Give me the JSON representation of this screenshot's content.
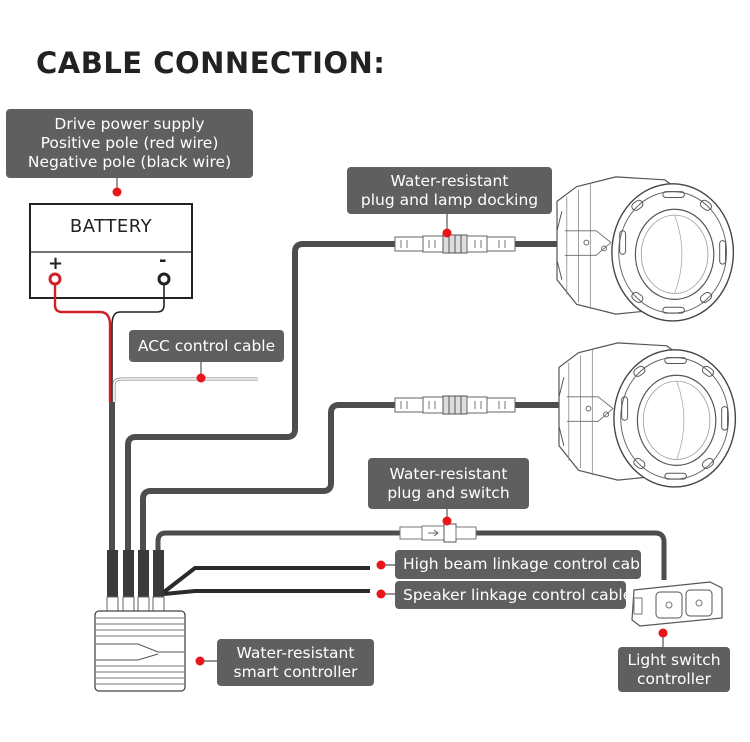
{
  "title": "CABLE CONNECTION:",
  "colors": {
    "callout_bg": "#5f5f5f",
    "marker_red": "#e8151b",
    "wire_gray": "#4d4d4d",
    "wire_red": "#d0202a",
    "wire_black": "#222222"
  },
  "battery": {
    "label": "BATTERY",
    "positive_symbol": "+",
    "negative_symbol": "-"
  },
  "callouts": {
    "power_supply": {
      "lines": [
        "Drive power supply",
        "Positive pole (red wire)",
        "Negative pole (black wire)"
      ]
    },
    "acc": {
      "lines": [
        "ACC control cable"
      ]
    },
    "lamp_plug": {
      "lines": [
        "Water-resistant",
        "plug and lamp docking"
      ]
    },
    "switch_plug": {
      "lines": [
        "Water-resistant",
        "plug and switch"
      ]
    },
    "high_beam": {
      "lines": [
        "High beam linkage control cable"
      ]
    },
    "speaker": {
      "lines": [
        "Speaker linkage control cable"
      ]
    },
    "controller": {
      "lines": [
        "Water-resistant",
        "smart controller"
      ]
    },
    "light_switch": {
      "lines": [
        "Light switch",
        "controller"
      ]
    }
  },
  "components": {
    "lamps": [
      "projector-lamp-1",
      "projector-lamp-2"
    ],
    "controller": "smart-controller",
    "switch": "light-switch-controller"
  }
}
